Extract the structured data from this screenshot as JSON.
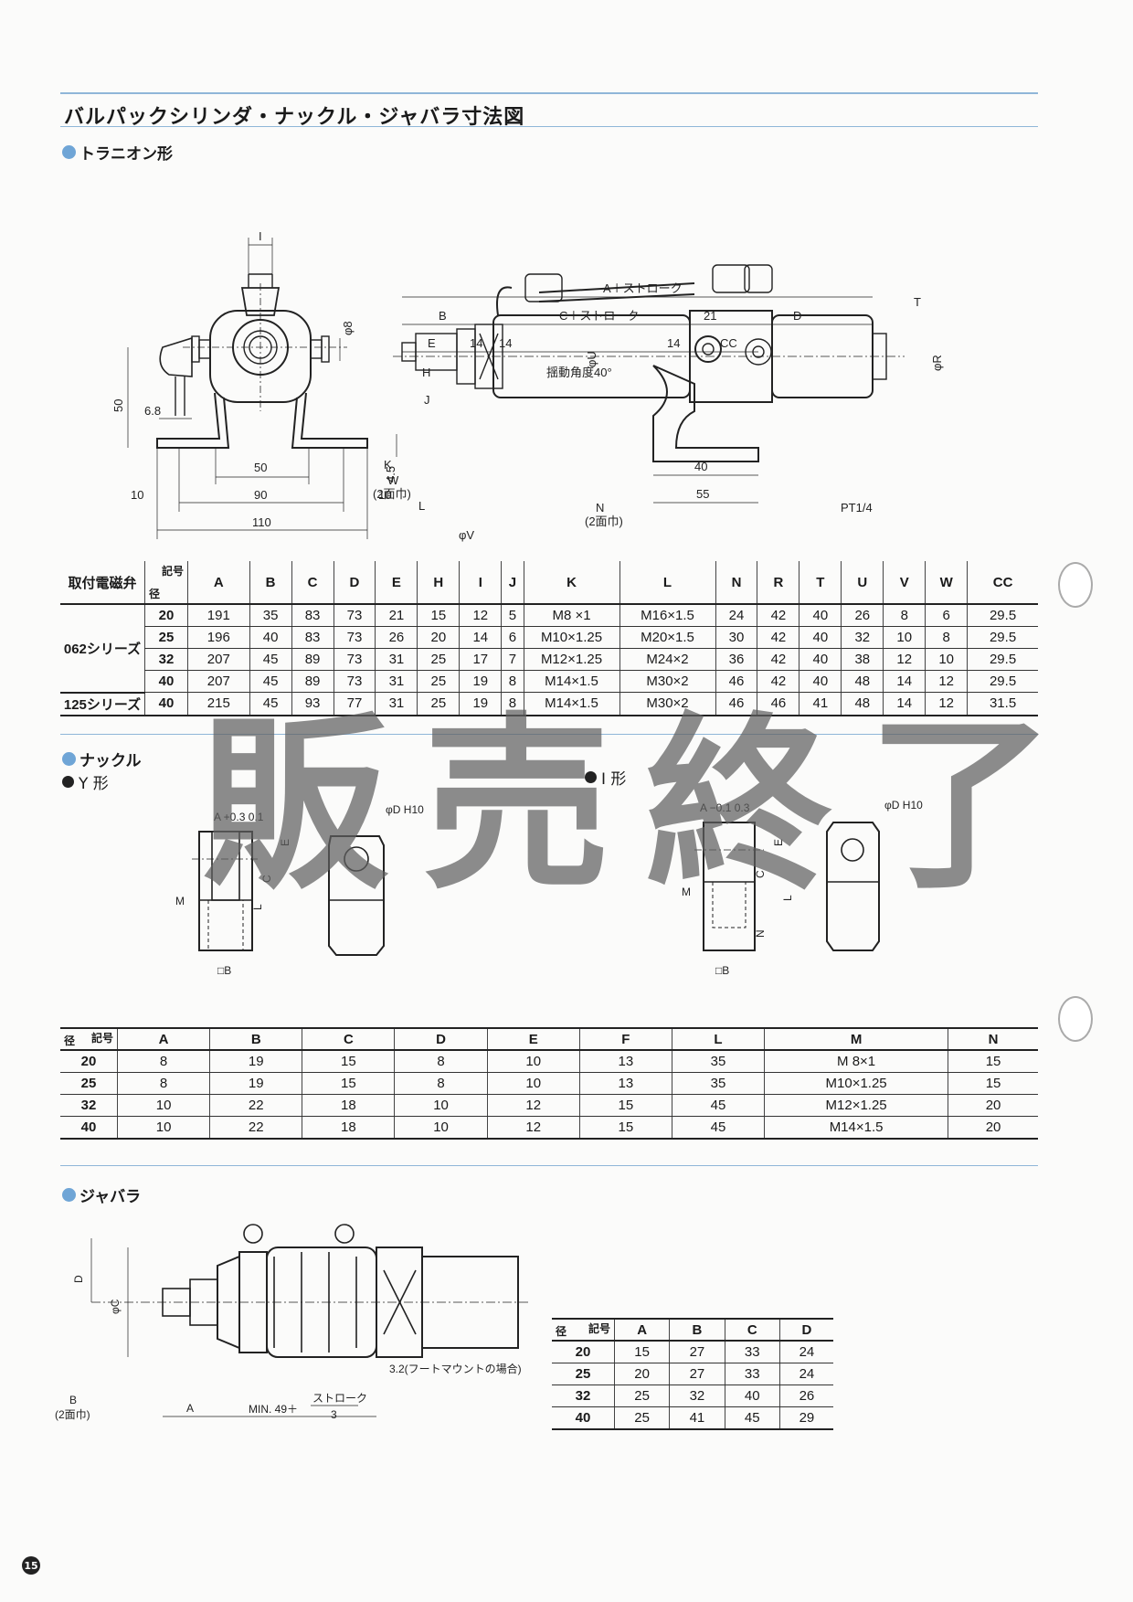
{
  "title": "バルパックシリンダ・ナックル・ジャバラ寸法図",
  "page_number": "15",
  "watermark": "販売終了",
  "trunnion": {
    "heading": "トラニオン形",
    "dims": {
      "a_stroke": "A＋ストローク",
      "b": "B",
      "c_stroke": "C＋ストローク",
      "d21": "21",
      "d": "D",
      "e": "E",
      "d14a": "14",
      "d14b": "14",
      "d14c": "14",
      "cc": "CC",
      "h": "H",
      "j": "J",
      "swing": "揺動角度40°",
      "i": "I",
      "phi8": "φ8",
      "phiu": "φU",
      "phir": "φR",
      "t": "T",
      "k": "K",
      "w": "W",
      "w2": "(2面巾)",
      "l": "L",
      "n": "N",
      "n2": "(2面巾)",
      "phiv": "φV",
      "pt": "PT1/4",
      "d40": "40",
      "d55": "55",
      "d50v": "50",
      "d68": "6.8",
      "d50h": "50",
      "d45": "4.5",
      "d10a": "10",
      "d90": "90",
      "d10b": "10",
      "d110": "110"
    },
    "table": {
      "col_mount": "取付電磁弁",
      "corner_key": "記号",
      "corner_dia": "径",
      "headers": [
        "A",
        "B",
        "C",
        "D",
        "E",
        "H",
        "I",
        "J",
        "K",
        "L",
        "N",
        "R",
        "T",
        "U",
        "V",
        "W",
        "CC"
      ],
      "rows": [
        {
          "series": "062シリーズ",
          "dia": "20",
          "vals": [
            "191",
            "35",
            "83",
            "73",
            "21",
            "15",
            "12",
            "5",
            "M8 ×1",
            "M16×1.5",
            "24",
            "42",
            "40",
            "26",
            "8",
            "6",
            "29.5"
          ]
        },
        {
          "series": "",
          "dia": "25",
          "vals": [
            "196",
            "40",
            "83",
            "73",
            "26",
            "20",
            "14",
            "6",
            "M10×1.25",
            "M20×1.5",
            "30",
            "42",
            "40",
            "32",
            "10",
            "8",
            "29.5"
          ]
        },
        {
          "series": "",
          "dia": "32",
          "vals": [
            "207",
            "45",
            "89",
            "73",
            "31",
            "25",
            "17",
            "7",
            "M12×1.25",
            "M24×2",
            "36",
            "42",
            "40",
            "38",
            "12",
            "10",
            "29.5"
          ]
        },
        {
          "series": "",
          "dia": "40",
          "vals": [
            "207",
            "45",
            "89",
            "73",
            "31",
            "25",
            "19",
            "8",
            "M14×1.5",
            "M30×2",
            "46",
            "42",
            "40",
            "48",
            "14",
            "12",
            "29.5"
          ]
        },
        {
          "series": "125シリーズ",
          "dia": "40",
          "vals": [
            "215",
            "45",
            "93",
            "77",
            "31",
            "25",
            "19",
            "8",
            "M14×1.5",
            "M30×2",
            "46",
            "46",
            "41",
            "48",
            "14",
            "12",
            "31.5"
          ]
        }
      ]
    }
  },
  "knuckle": {
    "heading": "ナックル",
    "y_label": "Y 形",
    "i_label": "I 形",
    "dims": {
      "a_tol": "A +0.3 0.1",
      "a_tol2": "A −0.1 0.3",
      "phid": "φD H10",
      "e": "E",
      "c": "C",
      "l": "L",
      "m": "M",
      "b": "□B",
      "n": "N"
    },
    "table": {
      "corner_key": "記号",
      "corner_dia": "径",
      "headers": [
        "A",
        "B",
        "C",
        "D",
        "E",
        "F",
        "L",
        "M",
        "N"
      ],
      "rows": [
        {
          "dia": "20",
          "vals": [
            "8",
            "19",
            "15",
            "8",
            "10",
            "13",
            "35",
            "M 8×1",
            "15"
          ]
        },
        {
          "dia": "25",
          "vals": [
            "8",
            "19",
            "15",
            "8",
            "10",
            "13",
            "35",
            "M10×1.25",
            "15"
          ]
        },
        {
          "dia": "32",
          "vals": [
            "10",
            "22",
            "18",
            "10",
            "12",
            "15",
            "45",
            "M12×1.25",
            "20"
          ]
        },
        {
          "dia": "40",
          "vals": [
            "10",
            "22",
            "18",
            "10",
            "12",
            "15",
            "45",
            "M14×1.5",
            "20"
          ]
        }
      ]
    }
  },
  "bellows": {
    "heading": "ジャバラ",
    "dims": {
      "d": "D",
      "phic": "φC",
      "b": "B",
      "b2": "(2面巾)",
      "a": "A",
      "min": "MIN. 49＋",
      "stroke": "ストローク",
      "three": "3",
      "note": "3.2(フートマウントの場合)"
    },
    "table": {
      "corner_key": "記号",
      "corner_dia": "径",
      "headers": [
        "A",
        "B",
        "C",
        "D"
      ],
      "rows": [
        {
          "dia": "20",
          "vals": [
            "15",
            "27",
            "33",
            "24"
          ]
        },
        {
          "dia": "25",
          "vals": [
            "20",
            "27",
            "33",
            "24"
          ]
        },
        {
          "dia": "32",
          "vals": [
            "25",
            "32",
            "40",
            "26"
          ]
        },
        {
          "dia": "40",
          "vals": [
            "25",
            "41",
            "45",
            "29"
          ]
        }
      ]
    }
  }
}
